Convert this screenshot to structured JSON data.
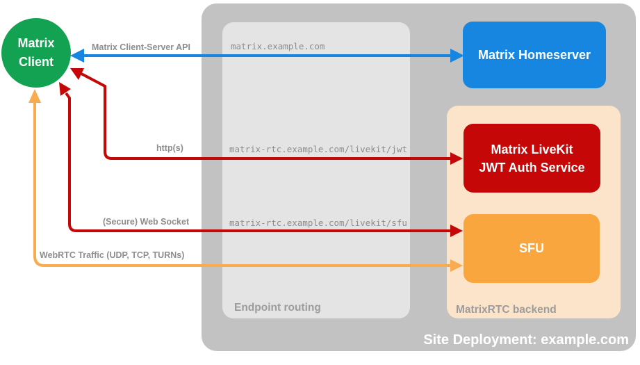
{
  "palette": {
    "client_green": "#12a251",
    "homeserver_blue": "#1786e1",
    "service_red": "#c50707",
    "sfu_orange": "#f9a63e",
    "arrow_orange": "#f9ac4f",
    "backend_peach": "#fbe4c9",
    "deployment_gray": "#c2c2c2",
    "routing_gray": "#e4e4e4",
    "label_gray": "#8d8d8d"
  },
  "client": {
    "line1": "Matrix",
    "line2": "Client"
  },
  "deployment": {
    "caption": "Site Deployment: example.com"
  },
  "endpoint_routing": {
    "caption": "Endpoint routing",
    "routes": [
      "matrix.example.com",
      "matrix-rtc.example.com/livekit/jwt",
      "matrix-rtc.example.com/livekit/sfu"
    ]
  },
  "backend": {
    "caption": "MatrixRTC backend"
  },
  "nodes": {
    "homeserver": {
      "label": "Matrix Homeserver"
    },
    "jwt_auth": {
      "line1": "Matrix LiveKit",
      "line2": "JWT Auth Service"
    },
    "sfu": {
      "label": "SFU"
    }
  },
  "connections": [
    {
      "label": "Matrix Client-Server API",
      "from": "Matrix Client",
      "to": "Matrix Homeserver",
      "color": "#1786e1"
    },
    {
      "label": "http(s)",
      "from": "Matrix Client",
      "to": "Matrix LiveKit JWT Auth Service",
      "color": "#c50707"
    },
    {
      "label": "(Secure) Web Socket",
      "from": "Matrix Client",
      "to": "SFU",
      "color": "#c50707"
    },
    {
      "label": "WebRTC Traffic (UDP, TCP, TURNs)",
      "from": "Matrix Client",
      "to": "SFU",
      "color": "#f9ac4f"
    }
  ]
}
